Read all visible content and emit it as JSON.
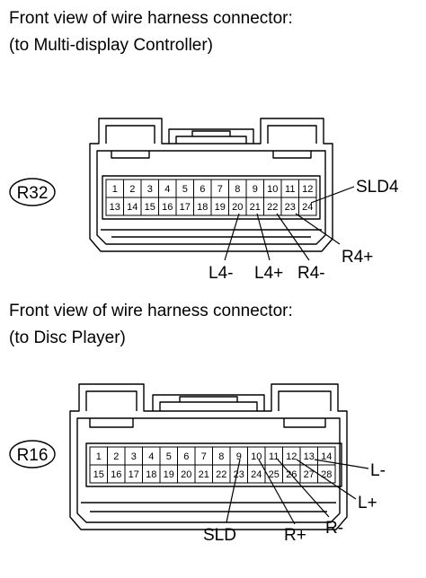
{
  "section1": {
    "title_line1": "Front view of wire harness connector:",
    "title_line2": "(to Multi-display Controller)",
    "connector_id": "R32",
    "row1_pins": [
      "1",
      "2",
      "3",
      "4",
      "5",
      "6",
      "7",
      "8",
      "9",
      "10",
      "11",
      "12"
    ],
    "row2_pins": [
      "13",
      "14",
      "15",
      "16",
      "17",
      "18",
      "19",
      "20",
      "21",
      "22",
      "23",
      "24"
    ],
    "labels": {
      "sld4": "SLD4",
      "r4_plus": "R4+",
      "l4_minus": "L4-",
      "l4_plus": "L4+",
      "r4_minus": "R4-"
    }
  },
  "section2": {
    "title_line1": "Front view of wire harness connector:",
    "title_line2": "(to Disc Player)",
    "connector_id": "R16",
    "row1_pins": [
      "1",
      "2",
      "3",
      "4",
      "5",
      "6",
      "7",
      "8",
      "9",
      "10",
      "11",
      "12",
      "13",
      "14"
    ],
    "row2_pins": [
      "15",
      "16",
      "17",
      "18",
      "19",
      "20",
      "21",
      "22",
      "23",
      "24",
      "25",
      "26",
      "27",
      "28"
    ],
    "labels": {
      "l_minus": "L-",
      "l_plus": "L+",
      "sld": "SLD",
      "r_plus": "R+",
      "r_minus": "R-"
    }
  }
}
